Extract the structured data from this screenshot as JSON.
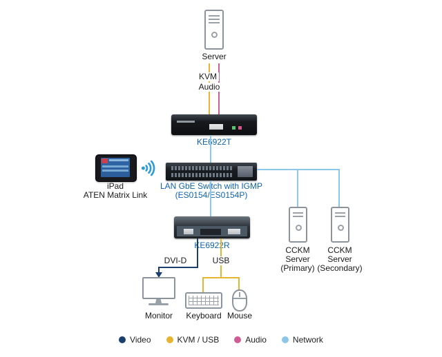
{
  "colors": {
    "video": "#1a3e6e",
    "kvm_usb": "#e6b42e",
    "audio": "#cf5c94",
    "network": "#8cc6e9",
    "wifi": "#2e9bd6"
  },
  "nodes": {
    "server": {
      "label": "Server"
    },
    "ke6922t": {
      "label": "KE6922T"
    },
    "ipad": {
      "l1": "iPad",
      "l2": "ATEN Matrix Link"
    },
    "lan_switch": {
      "l1": "LAN GbE Switch with IGMP",
      "l2": "(ES0154/ES0154P)"
    },
    "ke6922r": {
      "label": "KE6922R"
    },
    "cckm_primary": {
      "l1": "CCKM",
      "l2": "Server",
      "l3": "(Primary)"
    },
    "cckm_secondary": {
      "l1": "CCKM",
      "l2": "Server",
      "l3": "(Secondary)"
    },
    "monitor": {
      "label": "Monitor"
    },
    "keyboard": {
      "label": "Keyboard"
    },
    "mouse": {
      "label": "Mouse"
    }
  },
  "connections": {
    "kvm": "KVM",
    "audio": "Audio",
    "dvid": "DVI-D",
    "usb": "USB"
  },
  "legend": [
    {
      "label": "Video",
      "color_key": "video"
    },
    {
      "label": "KVM / USB",
      "color_key": "kvm_usb"
    },
    {
      "label": "Audio",
      "color_key": "audio"
    },
    {
      "label": "Network",
      "color_key": "network"
    }
  ]
}
